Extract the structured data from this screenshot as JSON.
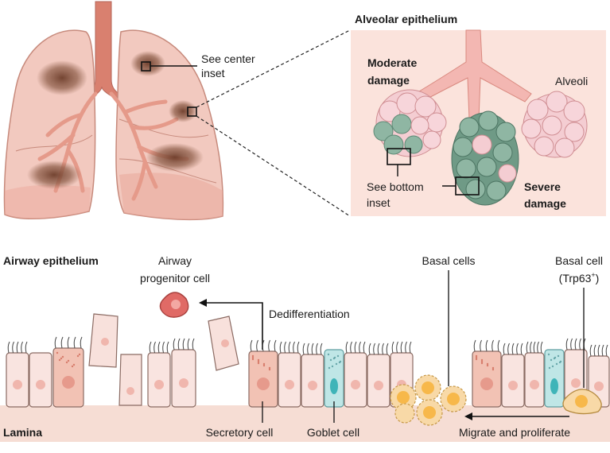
{
  "lungs": {
    "callout": [
      "See center",
      "inset"
    ]
  },
  "inset_top": {
    "title": "Alveolar epithelium",
    "moderate": [
      "Moderate",
      "damage"
    ],
    "alveoli": "Alveoli",
    "severe": [
      "Severe",
      "damage"
    ],
    "bottom_ref": [
      "See bottom",
      "inset"
    ]
  },
  "bottom": {
    "airway_epithelium": "Airway epithelium",
    "lamina": "Lamina",
    "airway_progenitor": [
      "Airway",
      "progenitor cell"
    ],
    "dedifferentiation": "Dedifferentiation",
    "basal_cells": "Basal cells",
    "basal_cell_trp63": [
      "Basal cell",
      "(Trp63",
      "+",
      ")"
    ],
    "secretory_cell": "Secretory cell",
    "goblet_cell": "Goblet cell",
    "migrate": "Migrate and proliferate"
  },
  "colors": {
    "lung": "#f2c9bf",
    "lung_outline": "#c78a7c",
    "damage": "#8a5a45",
    "alveoli": "#f4cdd2",
    "alveoli_damaged": "#6f9a86",
    "inset_bg": "#fbe3dc",
    "lamina": "#f6ddd4",
    "progenitor": "#e06a66",
    "basal": "#f7c46a",
    "goblet": "#9fd8da"
  }
}
